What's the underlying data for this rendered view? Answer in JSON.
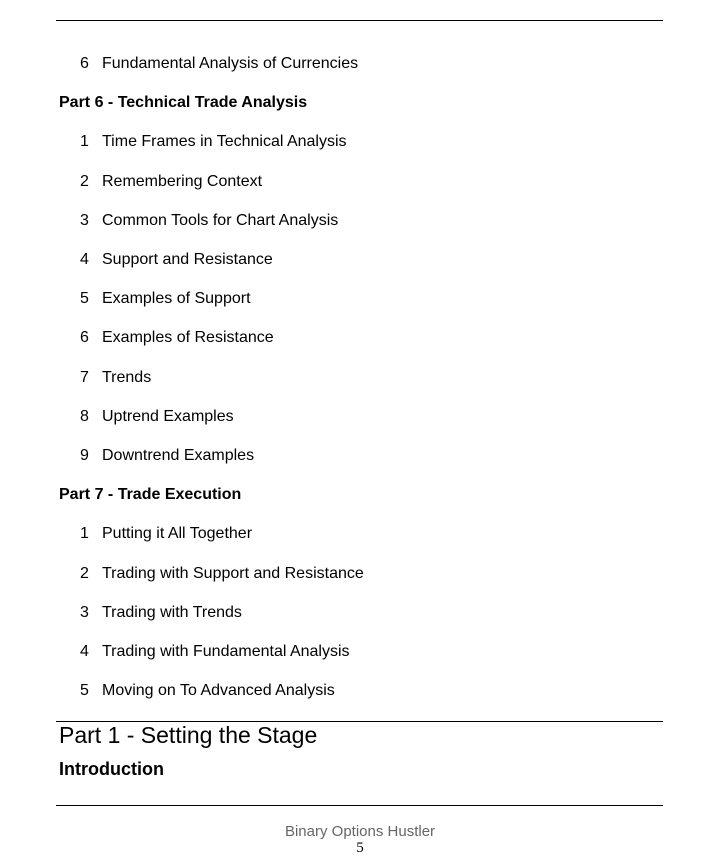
{
  "toc": [
    {
      "type": "item",
      "num": "6",
      "label": "Fundamental Analysis of Currencies"
    },
    {
      "type": "part",
      "label": "Part 6 - Technical Trade Analysis"
    },
    {
      "type": "item",
      "num": "1",
      "label": "Time Frames in Technical Analysis"
    },
    {
      "type": "item",
      "num": "2",
      "label": "Remembering Context"
    },
    {
      "type": "item",
      "num": "3",
      "label": "Common Tools for Chart Analysis"
    },
    {
      "type": "item",
      "num": "4",
      "label": "Support and Resistance"
    },
    {
      "type": "item",
      "num": "5",
      "label": "Examples of Support"
    },
    {
      "type": "item",
      "num": "6",
      "label": "Examples of Resistance"
    },
    {
      "type": "item",
      "num": "7",
      "label": "Trends"
    },
    {
      "type": "item",
      "num": "8",
      "label": "Uptrend Examples"
    },
    {
      "type": "item",
      "num": "9",
      "label": "Downtrend Examples"
    },
    {
      "type": "part",
      "label": "Part 7 - Trade Execution"
    },
    {
      "type": "item",
      "num": "1",
      "label": "Putting it All Together"
    },
    {
      "type": "item",
      "num": "2",
      "label": "Trading with Support and Resistance"
    },
    {
      "type": "item",
      "num": "3",
      "label": "Trading with Trends"
    },
    {
      "type": "item",
      "num": "4",
      "label": "Trading with Fundamental Analysis"
    },
    {
      "type": "item",
      "num": "5",
      "label": "Moving on To Advanced Analysis"
    }
  ],
  "section_heading": "Part 1 - Setting the Stage",
  "subsection_heading": "Introduction",
  "footer": {
    "title": "Binary Options Hustler",
    "page": "5"
  }
}
